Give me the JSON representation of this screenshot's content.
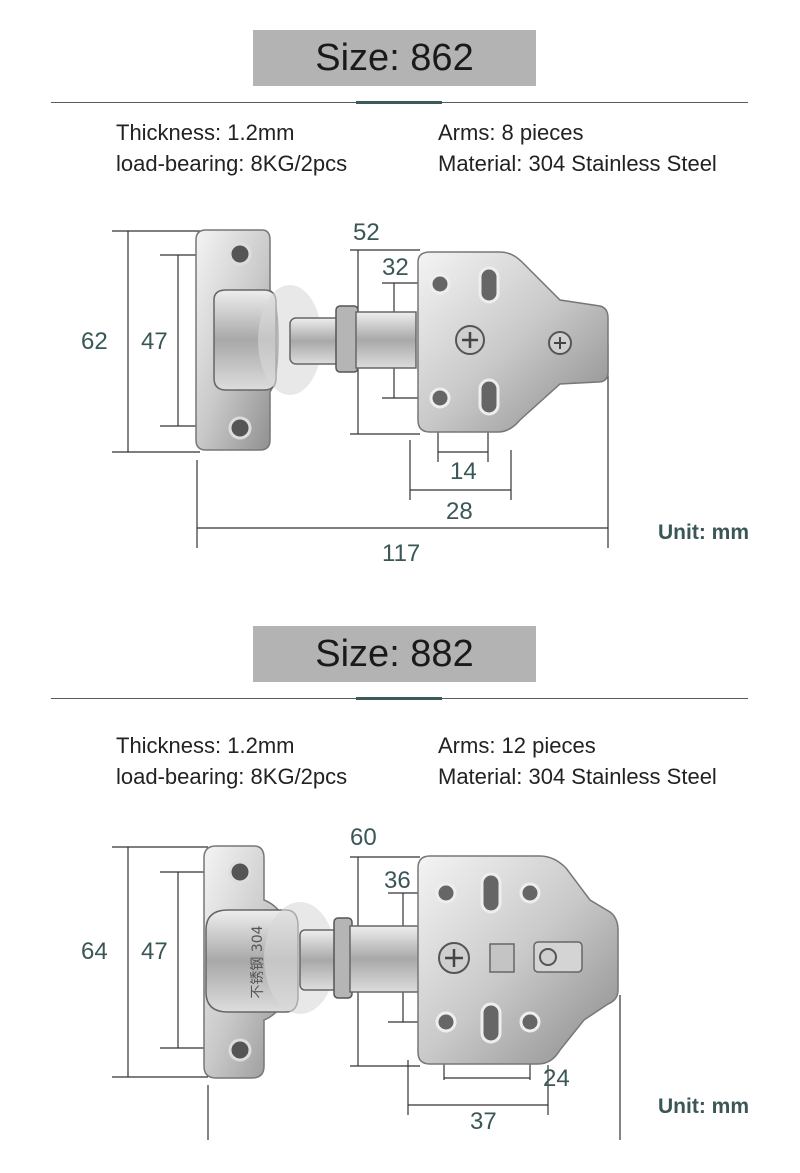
{
  "sections": [
    {
      "title": "Size: 862",
      "specs": {
        "thickness": "Thickness: 1.2mm",
        "load": "load-bearing: 8KG/2pcs",
        "arms": "Arms: 8 pieces",
        "material": "Material: 304 Stainless Steel"
      },
      "dims": {
        "d1": "52",
        "d2": "32",
        "d3": "62",
        "d4": "47",
        "d5": "14",
        "d6": "28",
        "d7": "117"
      },
      "cup_text": "",
      "unit": "Unit: mm"
    },
    {
      "title": "Size: 882",
      "specs": {
        "thickness": "Thickness: 1.2mm",
        "load": "load-bearing: 8KG/2pcs",
        "arms": "Arms: 12 pieces",
        "material": "Material: 304 Stainless Steel"
      },
      "dims": {
        "d1": "60",
        "d2": "36",
        "d3": "64",
        "d4": "47",
        "d5": "24",
        "d6": "37"
      },
      "cup_text": "不锈钢 304",
      "unit": "Unit: mm"
    }
  ],
  "colors": {
    "title_bg": "#b3b3b3",
    "dimension_text": "#3b5656",
    "accent_rule": "#3c5a5a"
  }
}
